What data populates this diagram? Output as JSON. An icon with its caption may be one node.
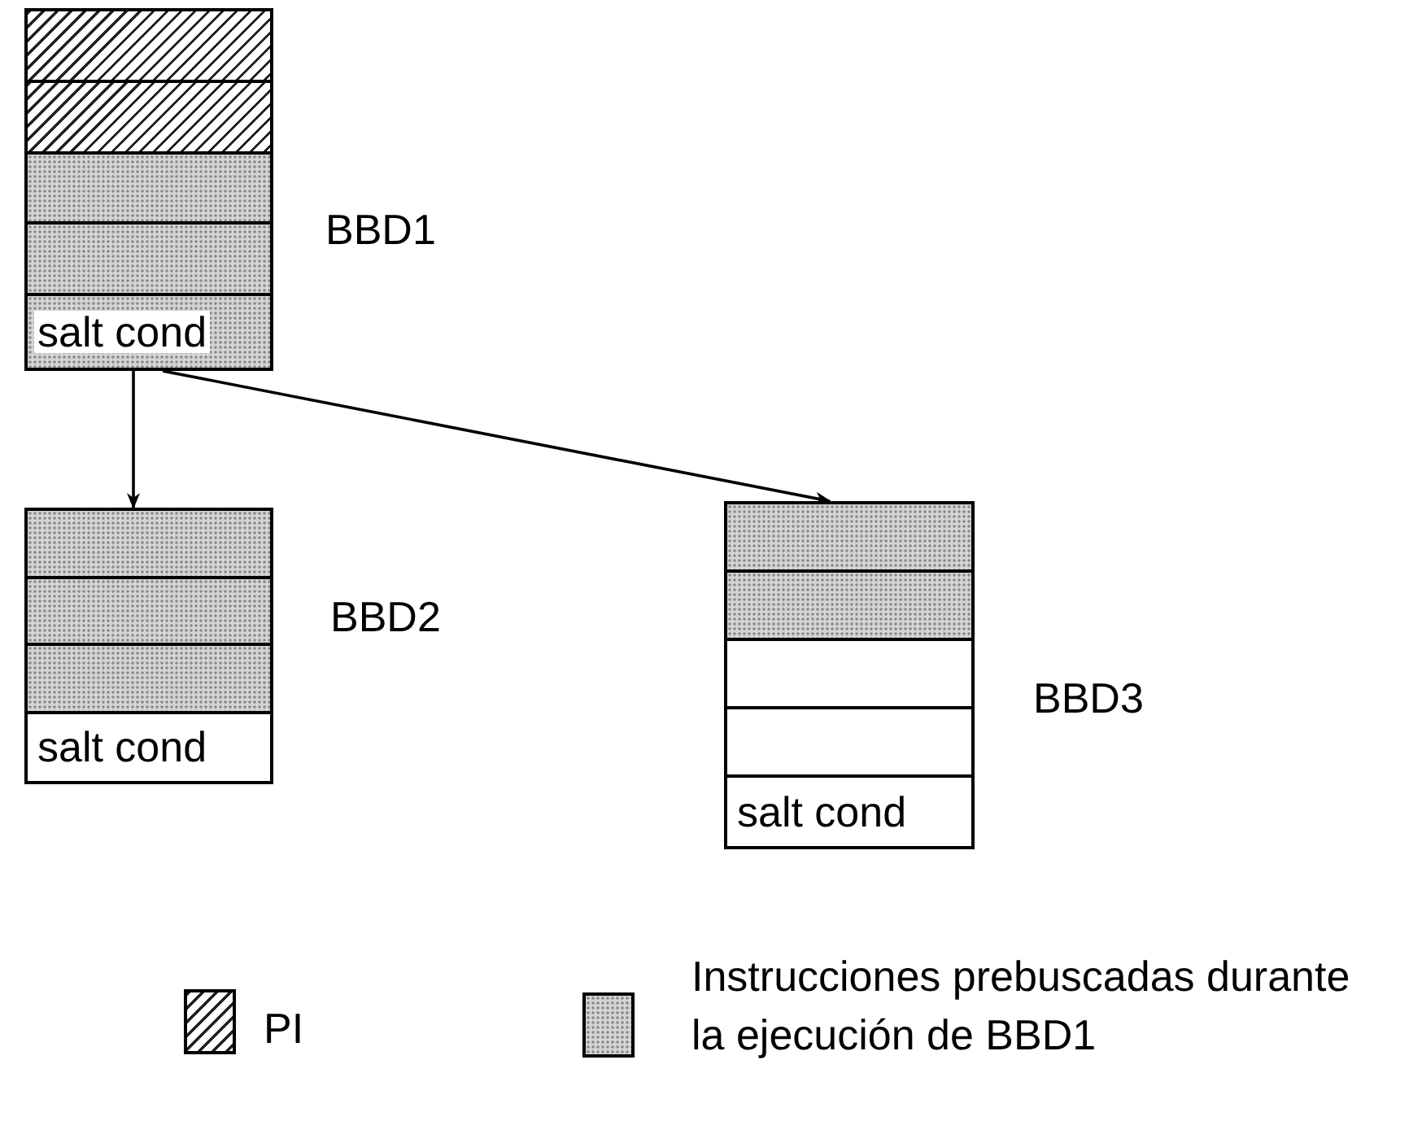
{
  "diagram": {
    "nodes": [
      {
        "text": [],
        "shape": "box",
        "beside": [
          "BBD1"
        ]
      },
      {
        "text": [],
        "shape": "box",
        "in": 0
      },
      {
        "text": [],
        "shape": "box",
        "in": 0
      },
      {
        "text": [],
        "shape": "box",
        "in": 0
      },
      {
        "text": [],
        "shape": "box",
        "in": 0
      },
      {
        "text": [
          "salt cond"
        ],
        "in": 0
      },
      {
        "text": [],
        "shape": "box",
        "beside": [
          "BBD2"
        ]
      },
      {
        "text": [],
        "shape": "box",
        "in": 6
      },
      {
        "text": [],
        "shape": "box",
        "in": 6
      },
      {
        "text": [],
        "shape": "box",
        "in": 6
      },
      {
        "text": [
          "salt cond"
        ],
        "in": 6
      },
      {
        "text": [],
        "shape": "box",
        "beside": [
          "BBD3"
        ]
      },
      {
        "text": [],
        "shape": "box",
        "in": 11
      },
      {
        "text": [],
        "shape": "box",
        "in": 11
      },
      {
        "text": [],
        "shape": "box",
        "in": 11
      },
      {
        "text": [],
        "shape": "box",
        "in": 11
      },
      {
        "text": [
          "salt cond"
        ],
        "in": 11
      }
    ],
    "edges": [
      {
        "from": 0,
        "to": 6,
        "arrow": "to"
      },
      {
        "from": 0,
        "to": 11,
        "arrow": "to"
      }
    ],
    "legend": [
      {
        "text": "PI"
      },
      {
        "text": "Instrucciones prebuscadas durante la ejecución de BBD1"
      }
    ]
  }
}
